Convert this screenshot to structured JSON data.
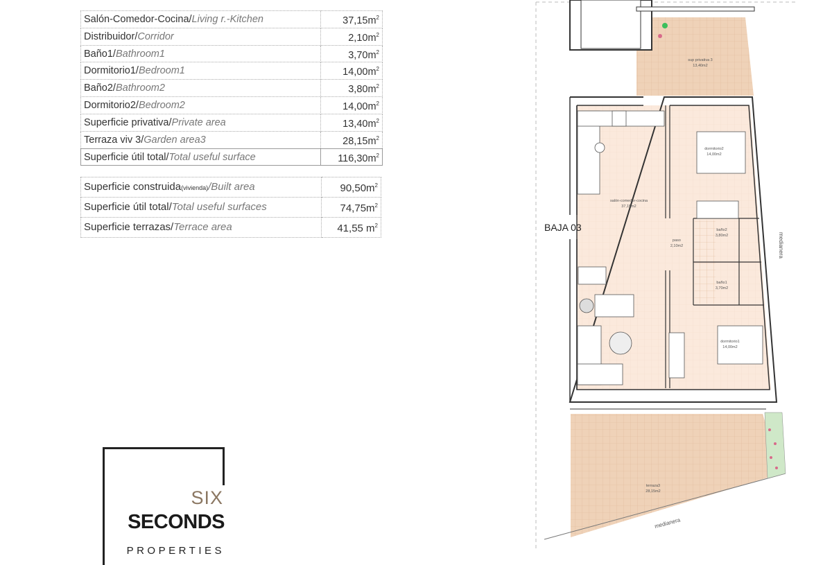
{
  "rooms_table": [
    {
      "es": "Salón-Comedor-Cocina/",
      "en": "Living r.-Kitchen",
      "value": "37,15m",
      "unit_exp": "2"
    },
    {
      "es": "Distribuidor/",
      "en": "Corridor",
      "value": "2,10m",
      "unit_exp": "2"
    },
    {
      "es": "Baño1/",
      "en": "Bathroom1",
      "value": "3,70m",
      "unit_exp": "2"
    },
    {
      "es": "Dormitorio1/",
      "en": "Bedroom1",
      "value": "14,00m",
      "unit_exp": "2"
    },
    {
      "es": "Baño2/",
      "en": "Bathroom2",
      "value": "3,80m",
      "unit_exp": "2"
    },
    {
      "es": "Dormitorio2/",
      "en": "Bedroom2",
      "value": "14,00m",
      "unit_exp": "2"
    },
    {
      "es": "Superficie privativa/",
      "en": "Private area",
      "value": "13,40m",
      "unit_exp": "2"
    },
    {
      "es": "Terraza viv 3/",
      "en": "Garden area3",
      "value": "28,15m",
      "unit_exp": "2"
    },
    {
      "es": "Superficie útil total/",
      "en": "Total useful surface",
      "value": "116,30m",
      "unit_exp": "2"
    }
  ],
  "summary_table": [
    {
      "es": "Superficie construida",
      "note": "(vivienda)",
      "en": "/Built area",
      "value": "90,50m",
      "unit_exp": "2"
    },
    {
      "es": "Superficie útil total/",
      "note": "",
      "en": "Total useful surfaces",
      "value": "74,75m",
      "unit_exp": "2"
    },
    {
      "es": "Superficie terrazas/",
      "note": "",
      "en": "Terrace area",
      "value": "41,55 m",
      "unit_exp": "2"
    }
  ],
  "plan": {
    "unit_name": "BAJA 03",
    "boundary_label": "medianera",
    "rooms": {
      "private": {
        "name": "sup privativa 3",
        "area": "13,40m2"
      },
      "bedroom2": {
        "name": "dormitorio2",
        "area": "14,00m2"
      },
      "living": {
        "name": "salón-comedor-cocina",
        "area": "37,15m2"
      },
      "corridor": {
        "name": "paso",
        "area": "2,10m2"
      },
      "bath2": {
        "name": "baño2",
        "area": "3,80m2"
      },
      "bath1": {
        "name": "baño1",
        "area": "3,70m2"
      },
      "bedroom1": {
        "name": "dormitorio1",
        "area": "14,00m2"
      },
      "terrace": {
        "name": "terraza3",
        "area": "28,15m2"
      }
    },
    "colors": {
      "interior": "#fbe9dc",
      "terrace": "#efd2b8",
      "wall": "#333333"
    }
  },
  "logo": {
    "line1": "SIX",
    "line2": "SECONDS",
    "line3": "PROPERTIES"
  }
}
